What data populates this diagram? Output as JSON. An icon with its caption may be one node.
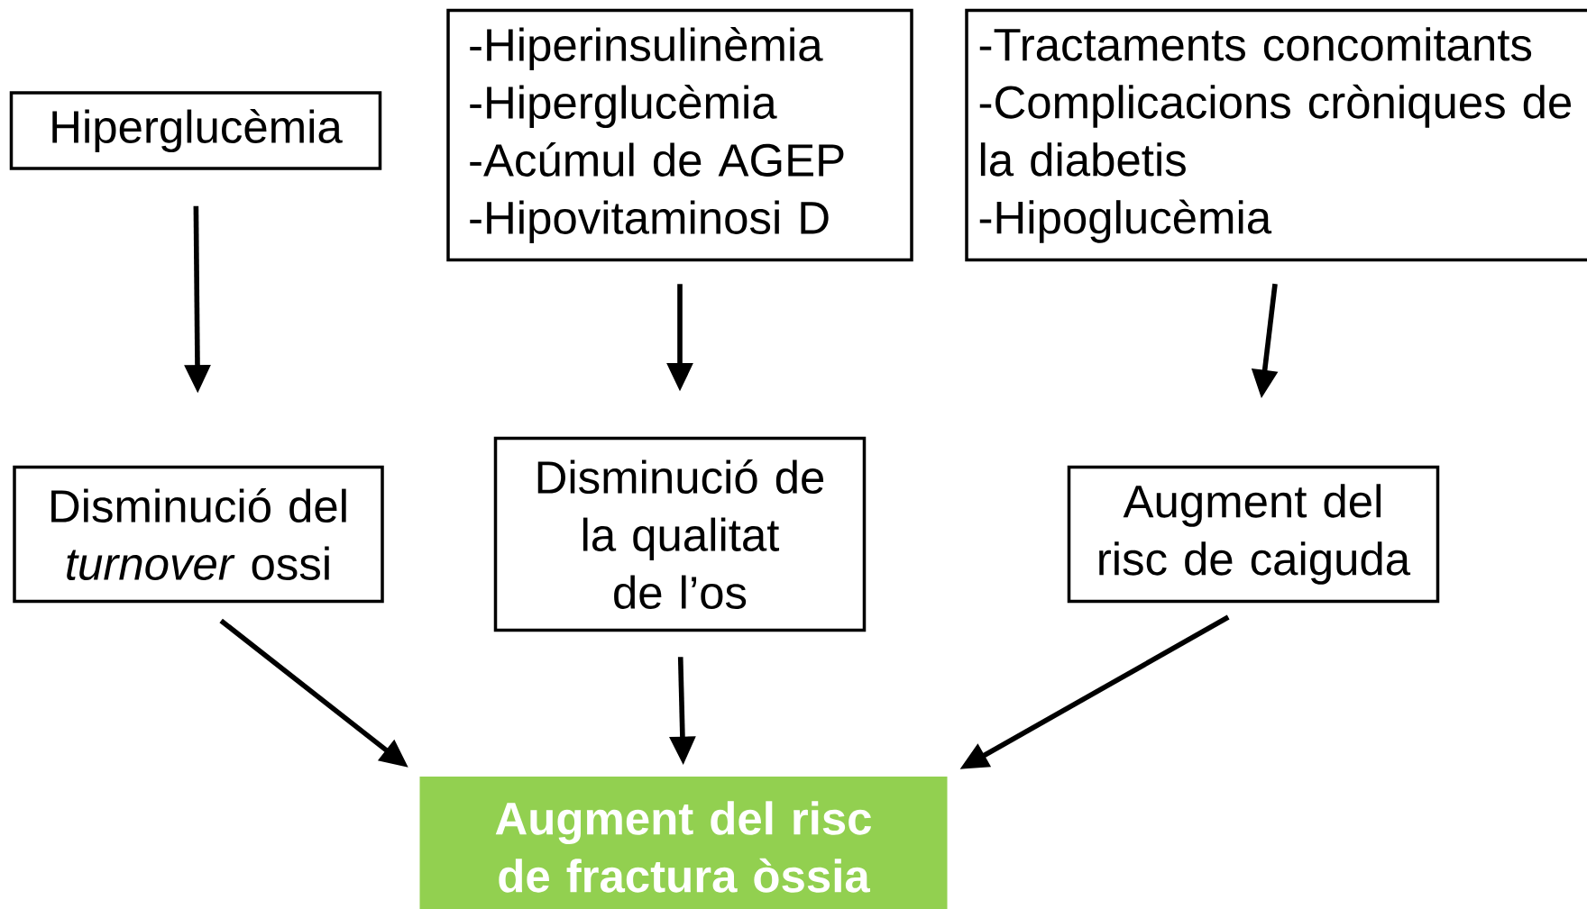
{
  "diagram": {
    "nodes": [
      {
        "text": [
          "Hiperglucèmia"
        ]
      },
      {
        "text": [
          "-Hiperinsulinèmia",
          "-Hiperglucèmia",
          "-Acúmul de AGEP",
          "-Hipovitaminosi D"
        ]
      },
      {
        "text": [
          "-Tractaments concomitants",
          "-Complicacions cròniques de la diabetis",
          "-Hipoglucèmia"
        ]
      },
      {
        "text": [
          "Disminució del *turnover* ossi"
        ]
      },
      {
        "text": [
          "Disminució de la qualitat de l’os"
        ]
      },
      {
        "text": [
          "Augment del risc de caiguda"
        ]
      },
      {
        "text": [
          "Augment del risc de fractura òssia"
        ]
      }
    ],
    "edges": [
      {
        "from": 0,
        "to": 3,
        "arrow": "to"
      },
      {
        "from": 1,
        "to": 4,
        "arrow": "to"
      },
      {
        "from": 2,
        "to": 5,
        "arrow": "to"
      },
      {
        "from": 3,
        "to": 6,
        "arrow": "to"
      },
      {
        "from": 4,
        "to": 6,
        "arrow": "to"
      },
      {
        "from": 5,
        "to": 6,
        "arrow": "to"
      }
    ]
  }
}
